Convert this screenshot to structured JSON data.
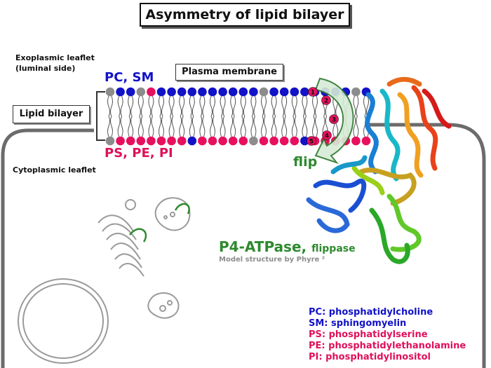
{
  "title": "Asymmetry of lipid bilayer",
  "labels": {
    "exoplasmic_line1": "Exoplasmic leaflet",
    "exoplasmic_line2": "(luminal side)",
    "cytoplasmic": "Cytoplasmic leaflet",
    "lipid_bilayer": "Lipid bilayer",
    "plasma_membrane": "Plasma membrane",
    "outer_lipids": "PC, SM",
    "inner_lipids": "PS, PE, PI",
    "flip": "flip",
    "atpase": "P4-ATPase,",
    "flippase": "flippase",
    "model": "Model structure by Phyre ²"
  },
  "steps": [
    "1",
    "2",
    "3",
    "4",
    "5"
  ],
  "legend": [
    {
      "text": "PC: phosphatidylcholine",
      "color": "#1212c8"
    },
    {
      "text": "SM: sphingomyelin",
      "color": "#1212c8"
    },
    {
      "text": "PS: phosphatidylserine",
      "color": "#e0105a"
    },
    {
      "text": "PE: phosphatidylethanolamine",
      "color": "#e0105a"
    },
    {
      "text": "PI: phosphatidylinositol",
      "color": "#e0105a"
    }
  ],
  "colors": {
    "pc_sm": "#1212c8",
    "ps_pe_pi": "#e8105e",
    "neutral": "#8c8c8c",
    "flip_arrow": "#2e8a2e"
  },
  "top_leaflet": [
    "g",
    "b",
    "b",
    "g",
    "p",
    "b",
    "b",
    "b",
    "b",
    "b",
    "b",
    "b",
    "b",
    "b",
    "b",
    "g",
    "b",
    "b",
    "b",
    "b",
    "b",
    "b",
    "b",
    "b",
    "g",
    "b"
  ],
  "bottom_leaflet": [
    "g",
    "p",
    "p",
    "p",
    "p",
    "p",
    "p",
    "p",
    "b",
    "p",
    "p",
    "p",
    "p",
    "p",
    "g",
    "p",
    "p",
    "p",
    "p",
    "b",
    "p",
    "p",
    "p",
    "p",
    "p",
    "p"
  ]
}
